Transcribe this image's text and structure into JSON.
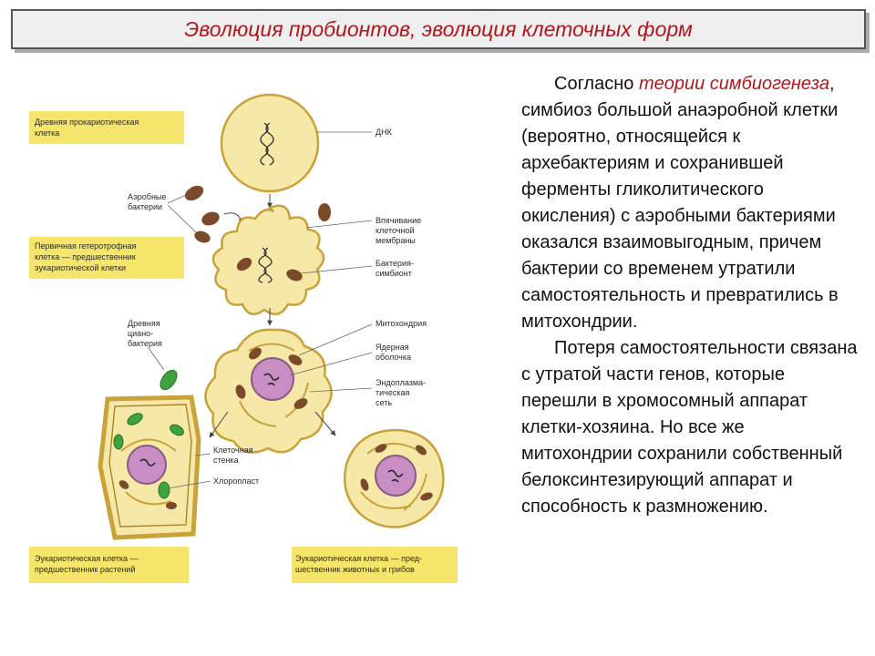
{
  "title": "Эволюция пробионтов, эволюция клеточных форм",
  "text": {
    "p1_pre": "Согласно ",
    "p1_hl": "теории симбиогенеза",
    "p1_post": ", симбиоз большой анаэробной клетки (вероятно, относящейся к архебактериям и сохранившей ферменты гликолитического окисления) с аэробными бактериями оказался взаимовыгодным, причем бактерии со временем утратили самостоятельность и превратились в митохондрии.",
    "p2": "Потеря самостоятельности связана с утратой части генов, которые перешли в хромосомный аппарат клетки-хозяина. Но все же митохондрии сохранили собственный белоксинтезирующий аппарат и способность к размножению."
  },
  "diagram": {
    "box_ancient": [
      "Древняя прокариотическая",
      "клетка"
    ],
    "box_primary": [
      "Первичная гетеротрофная",
      "клетка — предшественник",
      "эукариотической клетки"
    ],
    "box_plant": [
      "Эукариотическая клетка —",
      "предшественник растений"
    ],
    "box_animal": [
      "Эукариотическая клетка — пред-",
      "шественник животных и грибов"
    ],
    "lbl_dna": "ДНК",
    "lbl_aerobic": [
      "Аэробные",
      "бактерии"
    ],
    "lbl_invag": [
      "Впячивание",
      "клеточной",
      "мембраны"
    ],
    "lbl_symbiont": [
      "Бактерия-",
      "симбионт"
    ],
    "lbl_cyano": [
      "Древняя",
      "циано-",
      "бактерия"
    ],
    "lbl_mito": "Митохондрия",
    "lbl_nuclear": [
      "Ядерная",
      "оболочка"
    ],
    "lbl_er": [
      "Эндоплазма-",
      "тическая",
      "сеть"
    ],
    "lbl_wall": [
      "Клеточная",
      "стенка"
    ],
    "lbl_chloro": "Хлоропласт"
  },
  "colors": {
    "title": "#b3171b",
    "highlight": "#b3171b",
    "label_box": "#f5e56b",
    "cytoplasm": "#f6e9a8",
    "cell_edge": "#c9a23a",
    "mito": "#7a4a2b",
    "nucleus": "#c98fc4",
    "chloroplast": "#3ea33e"
  }
}
